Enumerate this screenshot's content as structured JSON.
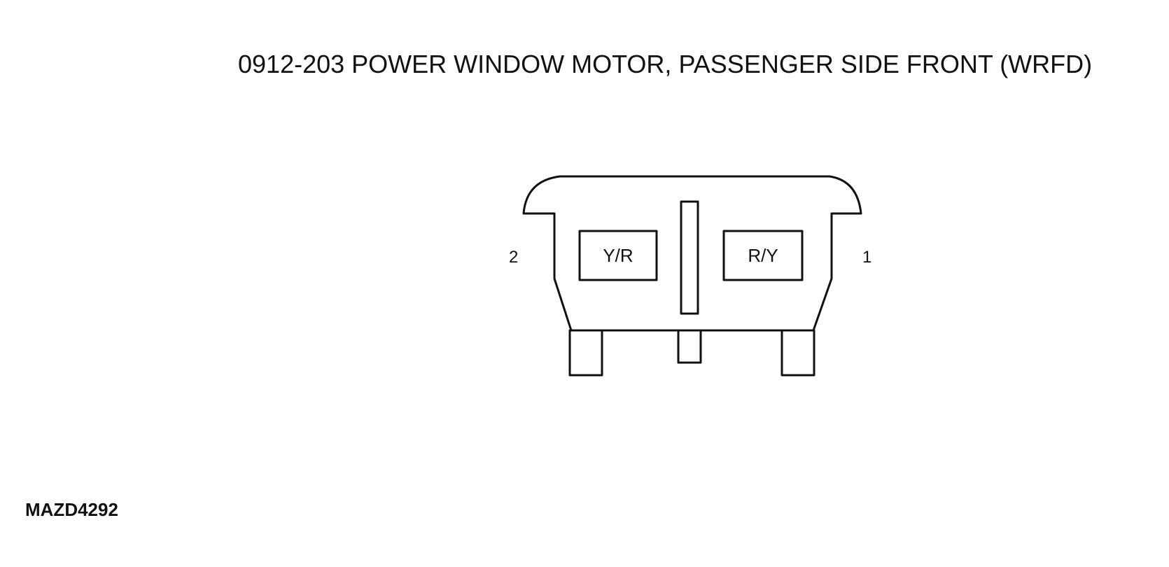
{
  "title": "0912-203 POWER WINDOW MOTOR, PASSENGER SIDE FRONT (WRFD)",
  "connector": {
    "pins": [
      {
        "number": "2",
        "wire_color": "Y/R"
      },
      {
        "number": "1",
        "wire_color": "R/Y"
      }
    ]
  },
  "reference_code": "MAZD4292"
}
